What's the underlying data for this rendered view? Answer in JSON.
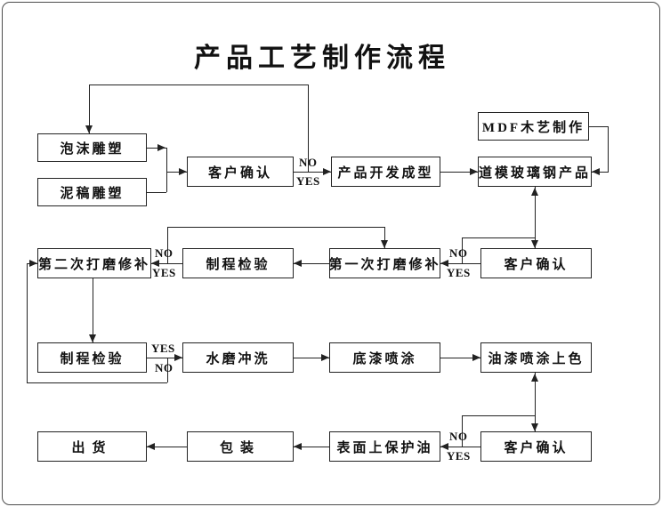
{
  "title": "产品工艺制作流程",
  "labels": {
    "no": "NO",
    "yes": "YES"
  },
  "colors": {
    "line": "#222222",
    "background": "#ffffff"
  },
  "nodes": {
    "foam_sculpture": "泡沫雕塑",
    "clay_sculpture": "泥稿雕塑",
    "customer_confirm_1": "客户确认",
    "product_dev": "产品开发成型",
    "mdf_wood": "MDF木艺制作",
    "fiberglass_product": "道模玻璃钢产品",
    "second_sanding": "第二次打磨修补",
    "process_inspect_1": "制程检验",
    "first_sanding": "第一次打磨修补",
    "customer_confirm_2": "客户确认",
    "process_inspect_2": "制程检验",
    "water_rinse": "水磨冲洗",
    "primer_spray": "底漆喷涂",
    "paint_spray": "油漆喷涂上色",
    "shipment": "出货",
    "packaging": "包装",
    "protective_oil": "表面上保护油",
    "customer_confirm_3": "客户确认"
  }
}
